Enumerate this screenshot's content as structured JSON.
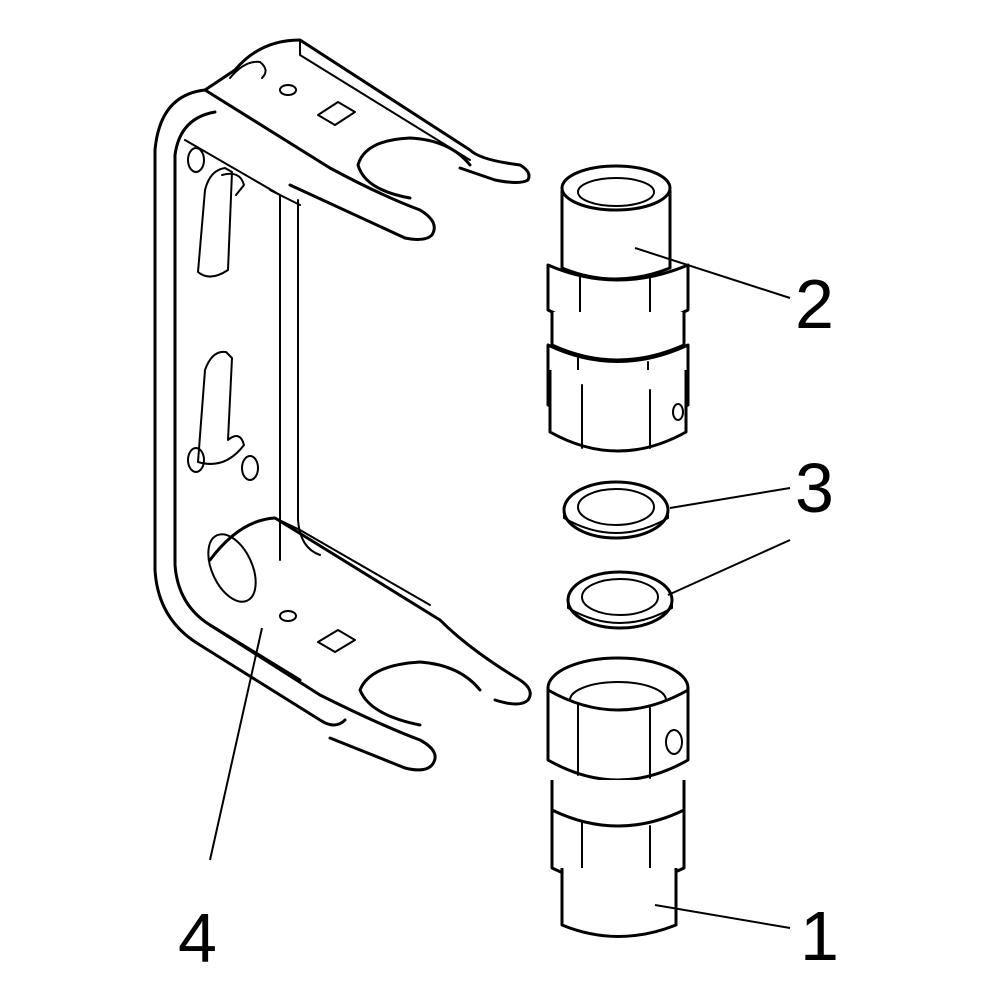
{
  "diagram": {
    "callouts": [
      {
        "id": "part-1",
        "label": "1"
      },
      {
        "id": "part-2",
        "label": "2"
      },
      {
        "id": "part-3",
        "label": "3"
      },
      {
        "id": "part-4",
        "label": "4"
      }
    ]
  },
  "colors": {
    "line": "#000000",
    "background": "#ffffff"
  },
  "icons": [
    "bracket",
    "compression-fitting",
    "sealing-washer"
  ]
}
